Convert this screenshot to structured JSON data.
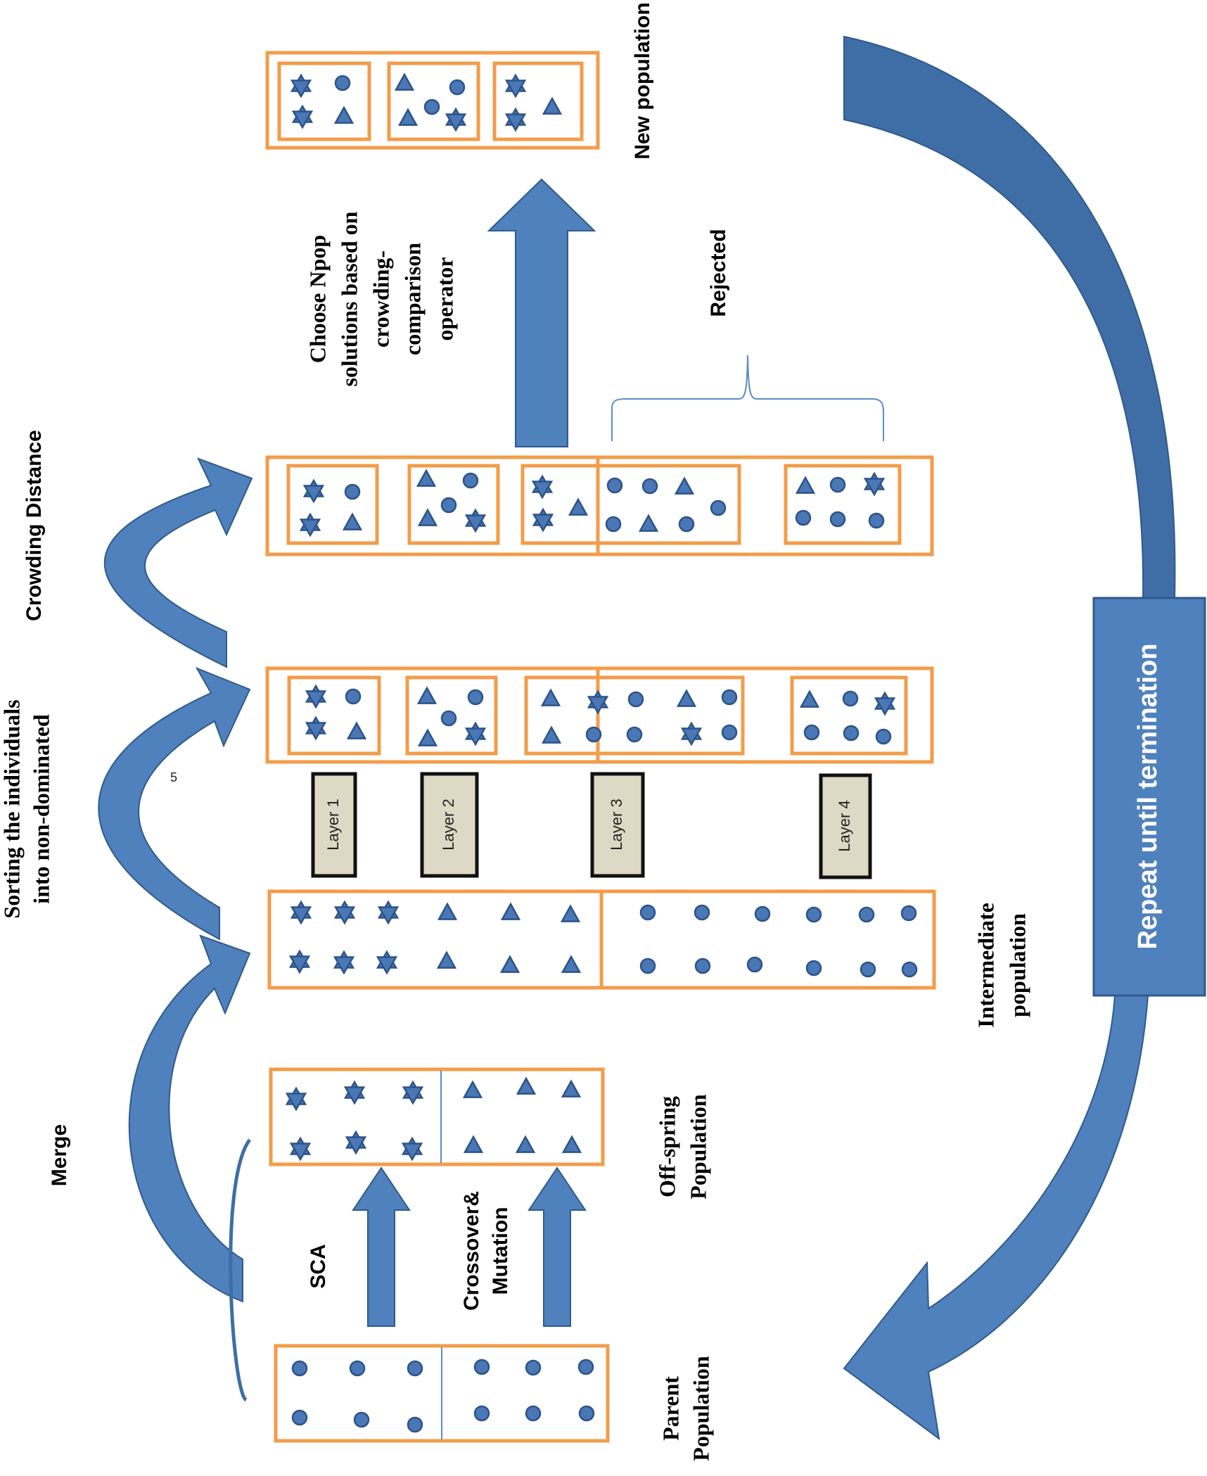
{
  "labels": {
    "merge": "Merge",
    "sorting_line1": "Sorting the individuals",
    "sorting_line2": "into non-dominated",
    "crowding_distance": "Crowding Distance",
    "choose_line1": "Choose Npop",
    "choose_line2": "solutions based on",
    "choose_line3": "crowding-",
    "choose_line4": "comparison",
    "choose_line5": "operator",
    "new_population": "New population",
    "rejected": "Rejected",
    "sca": "SCA",
    "crossover_line1": "Crossover&",
    "crossover_line2": "Mutation",
    "offspring_line1": "Off-spring",
    "offspring_line2": "Population",
    "parent_line1": "Parent",
    "parent_line2": "Population",
    "intermediate_line1": "Intermediate",
    "intermediate_line2": "population",
    "repeat": "Repeat until termination",
    "page_number": "5"
  },
  "layers": [
    "Layer 1",
    "Layer 2",
    "Layer 3",
    "Layer 4"
  ],
  "colors": {
    "box_border": "#f39c4a",
    "arrow_fill": "#4f81bd",
    "shape_fill": "#4a78b6",
    "layer_fill": "#ded9c4",
    "repeat_fill": "#4f81bd"
  },
  "icons": {
    "star": "six-pointed-star-icon",
    "circle": "circle-icon",
    "triangle": "triangle-icon"
  }
}
